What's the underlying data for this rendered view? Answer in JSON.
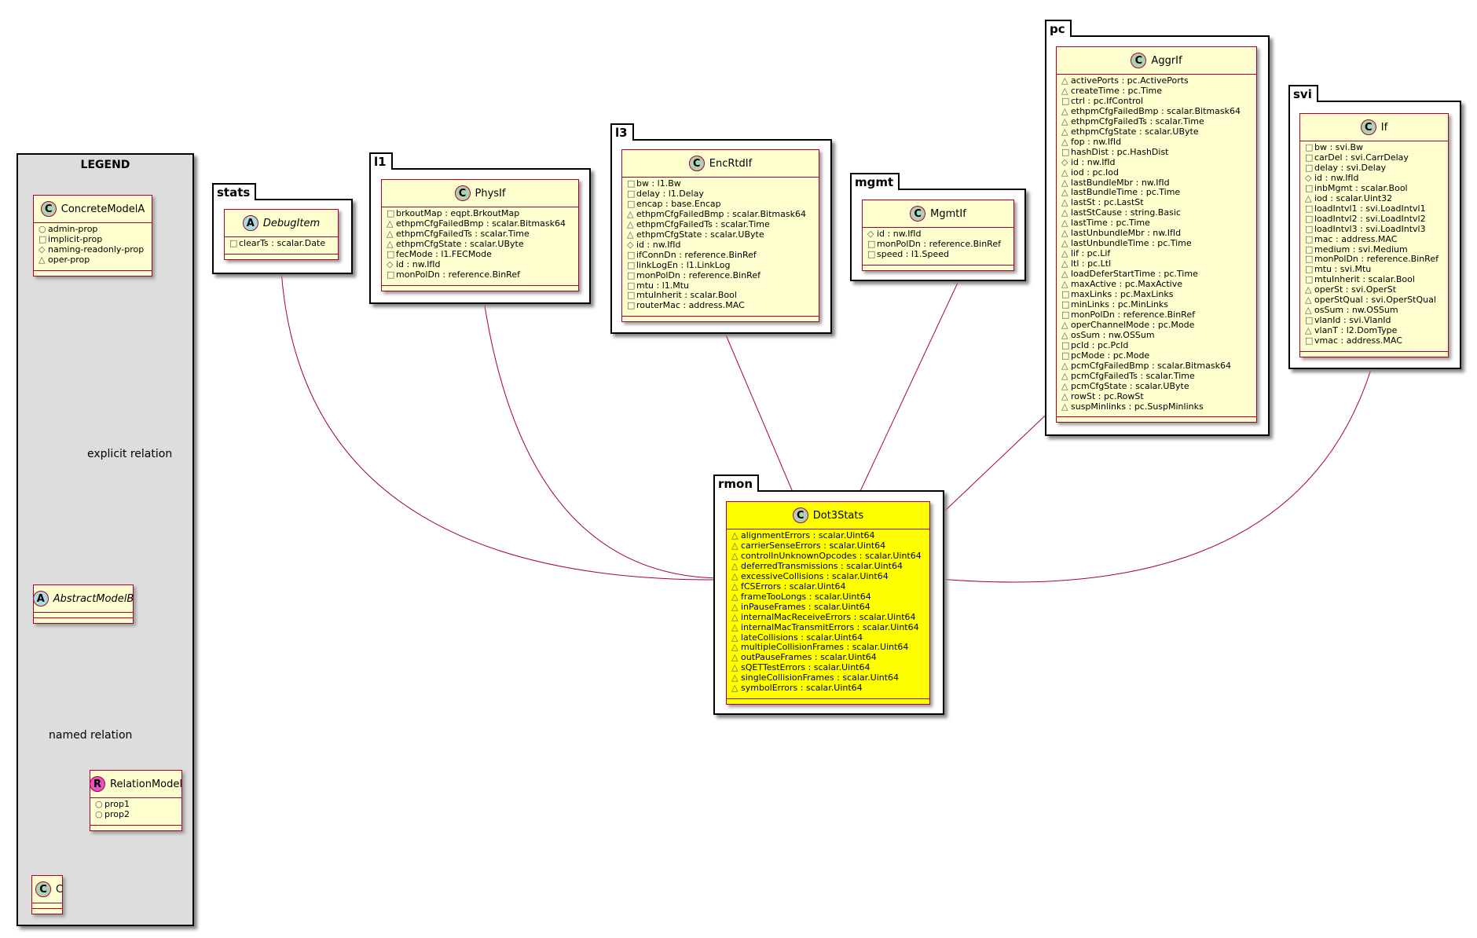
{
  "legend": {
    "title": "LEGEND",
    "concrete_class": {
      "name": "ConcreteModelA",
      "attrs": [
        "+|admin-prop",
        "-|implicit-prop",
        "#|naming-readonly-prop",
        "~|oper-prop"
      ]
    },
    "abstract_class": {
      "name": "AbstractModelB"
    },
    "relation_class": {
      "name": "RelationModel",
      "attrs": [
        "+|prop1",
        "+|prop2"
      ]
    },
    "c_class": {
      "name": "C"
    },
    "explicit_relation_label": "explicit relation",
    "named_relation_label": "named relation"
  },
  "packages": {
    "stats": "stats",
    "l1": "l1",
    "l3": "l3",
    "mgmt": "mgmt",
    "pc": "pc",
    "svi": "svi",
    "rmon": "rmon"
  },
  "classes": {
    "debugitem": {
      "name": "DebugItem",
      "attrs": [
        "-|clearTs : scalar.Date"
      ]
    },
    "physif": {
      "name": "PhysIf",
      "attrs": [
        "-|brkoutMap : eqpt.BrkoutMap",
        "~|ethpmCfgFailedBmp : scalar.Bitmask64",
        "~|ethpmCfgFailedTs : scalar.Time",
        "~|ethpmCfgState : scalar.UByte",
        "-|fecMode : l1.FECMode",
        "#|id : nw.IfId",
        "-|monPolDn : reference.BinRef"
      ]
    },
    "encrtdif": {
      "name": "EncRtdIf",
      "attrs": [
        "-|bw : l1.Bw",
        "-|delay : l1.Delay",
        "-|encap : base.Encap",
        "~|ethpmCfgFailedBmp : scalar.Bitmask64",
        "~|ethpmCfgFailedTs : scalar.Time",
        "~|ethpmCfgState : scalar.UByte",
        "#|id : nw.IfId",
        "-|ifConnDn : reference.BinRef",
        "-|linkLogEn : l1.LinkLog",
        "-|monPolDn : reference.BinRef",
        "-|mtu : l1.Mtu",
        "-|mtuInherit : scalar.Bool",
        "-|routerMac : address.MAC"
      ]
    },
    "mgmtif": {
      "name": "MgmtIf",
      "attrs": [
        "#|id : nw.IfId",
        "-|monPolDn : reference.BinRef",
        "-|speed : l1.Speed"
      ]
    },
    "aggrif": {
      "name": "AggrIf",
      "attrs": [
        "~|activePorts : pc.ActivePorts",
        "~|createTime : pc.Time",
        "-|ctrl : pc.IfControl",
        "~|ethpmCfgFailedBmp : scalar.Bitmask64",
        "~|ethpmCfgFailedTs : scalar.Time",
        "~|ethpmCfgState : scalar.UByte",
        "~|fop : nw.IfId",
        "-|hashDist : pc.HashDist",
        "#|id : nw.IfId",
        "~|iod : pc.Iod",
        "~|lastBundleMbr : nw.IfId",
        "~|lastBundleTime : pc.Time",
        "~|lastSt : pc.LastSt",
        "~|lastStCause : string.Basic",
        "~|lastTime : pc.Time",
        "~|lastUnbundleMbr : nw.IfId",
        "~|lastUnbundleTime : pc.Time",
        "~|lif : pc.Lif",
        "~|ltl : pc.Ltl",
        "~|loadDeferStartTime : pc.Time",
        "~|maxActive : pc.MaxActive",
        "-|maxLinks : pc.MaxLinks",
        "-|minLinks : pc.MinLinks",
        "-|monPolDn : reference.BinRef",
        "~|operChannelMode : pc.Mode",
        "~|osSum : nw.OSSum",
        "-|pcId : pc.PcId",
        "-|pcMode : pc.Mode",
        "~|pcmCfgFailedBmp : scalar.Bitmask64",
        "~|pcmCfgFailedTs : scalar.Time",
        "~|pcmCfgState : scalar.UByte",
        "~|rowSt : pc.RowSt",
        "~|suspMinlinks : pc.SuspMinlinks"
      ]
    },
    "svi_if": {
      "name": "If",
      "attrs": [
        "-|bw : svi.Bw",
        "-|carDel : svi.CarrDelay",
        "-|delay : svi.Delay",
        "#|id : nw.IfId",
        "-|inbMgmt : scalar.Bool",
        "~|iod : scalar.Uint32",
        "-|loadIntvl1 : svi.LoadIntvl1",
        "-|loadIntvl2 : svi.LoadIntvl2",
        "-|loadIntvl3 : svi.LoadIntvl3",
        "-|mac : address.MAC",
        "-|medium : svi.Medium",
        "-|monPolDn : reference.BinRef",
        "-|mtu : svi.Mtu",
        "-|mtuInherit : scalar.Bool",
        "~|operSt : svi.OperSt",
        "~|operStQual : svi.OperStQual",
        "~|osSum : nw.OSSum",
        "-|vlanId : svi.VlanId",
        "~|vlanT : l2.DomType",
        "-|vmac : address.MAC"
      ]
    },
    "dot3stats": {
      "name": "Dot3Stats",
      "attrs": [
        "~|alignmentErrors : scalar.Uint64",
        "~|carrierSenseErrors : scalar.Uint64",
        "~|controlInUnknownOpcodes : scalar.Uint64",
        "~|deferredTransmissions : scalar.Uint64",
        "~|excessiveCollisions : scalar.Uint64",
        "~|fCSErrors : scalar.Uint64",
        "~|frameTooLongs : scalar.Uint64",
        "~|inPauseFrames : scalar.Uint64",
        "~|internalMacReceiveErrors : scalar.Uint64",
        "~|internalMacTransmitErrors : scalar.Uint64",
        "~|lateCollisions : scalar.Uint64",
        "~|multipleCollisionFrames : scalar.Uint64",
        "~|outPauseFrames : scalar.Uint64",
        "~|sQETTestErrors : scalar.Uint64",
        "~|singleCollisionFrames : scalar.Uint64",
        "~|symbolErrors : scalar.Uint64"
      ]
    }
  },
  "colors": {
    "class_fill": "#fefece",
    "highlight_fill": "#ffff00",
    "border": "#a80036",
    "legend_bg": "#dddddd"
  }
}
